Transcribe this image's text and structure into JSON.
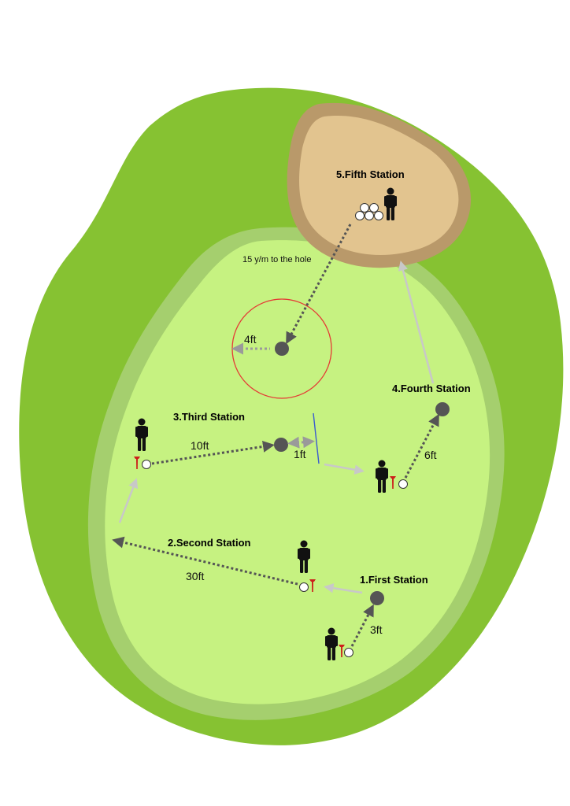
{
  "colors": {
    "rough": "#86c232",
    "green_fringe": "#a5cf6e",
    "green": "#c6f281",
    "bunker_edge": "#b9996a",
    "bunker": "#e2c48f",
    "hole": "#555555",
    "target_ring": "#e53935",
    "dotted_path": "#555555",
    "arrow": "#c8c8c8",
    "tee": "#cc1f1a",
    "ball": "#ffffff",
    "figure": "#111111"
  },
  "stations": [
    {
      "id": "first",
      "label": "1.First Station",
      "distance": "3ft"
    },
    {
      "id": "second",
      "label": "2.Second Station",
      "distance": "30ft"
    },
    {
      "id": "third",
      "label": "3.Third Station",
      "distance": "10ft",
      "extra_distance": "1ft"
    },
    {
      "id": "fourth",
      "label": "4.Fourth Station",
      "distance": "6ft"
    },
    {
      "id": "fifth",
      "label": "5.Fifth Station",
      "distance": "15 y/m to the hole"
    }
  ],
  "target_zone": {
    "radius_label": "4ft"
  },
  "icons": [
    "golfer-icon",
    "golf-ball-icon",
    "golf-tee-icon",
    "hole-icon",
    "ball-pile-icon"
  ]
}
